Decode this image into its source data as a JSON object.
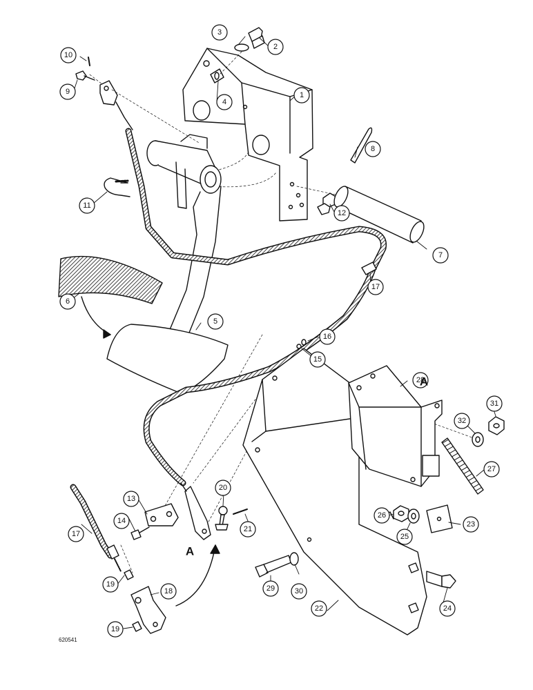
{
  "figure": {
    "code": "620541",
    "callouts": [
      "1",
      "2",
      "3",
      "4",
      "5",
      "6",
      "7",
      "8",
      "9",
      "10",
      "11",
      "12",
      "13",
      "14",
      "15",
      "16",
      "17",
      "17",
      "18",
      "19",
      "19",
      "20",
      "21",
      "22",
      "23",
      "24",
      "25",
      "26",
      "27",
      "28",
      "29",
      "30",
      "31",
      "32"
    ],
    "view_letters": [
      "A",
      "A"
    ]
  },
  "colors": {
    "ink": "#111111",
    "paper": "#ffffff",
    "hatch": "#1a1a1a"
  }
}
